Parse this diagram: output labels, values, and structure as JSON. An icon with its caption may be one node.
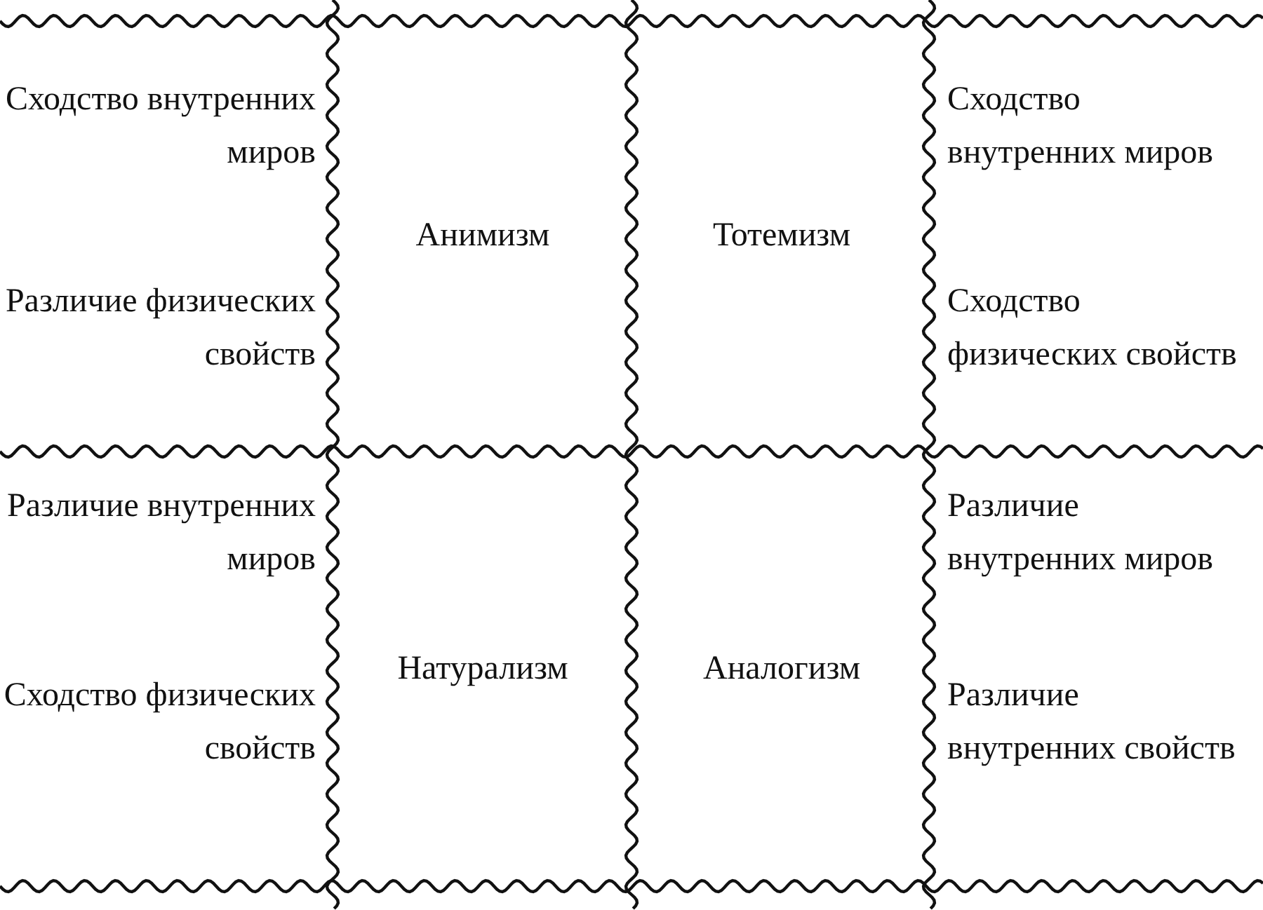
{
  "diagram": {
    "nodes": [
      {
        "text": [
          "Анимизм"
        ]
      },
      {
        "text": [
          "Тотемизм"
        ]
      },
      {
        "text": [
          "Натурализм"
        ]
      },
      {
        "text": [
          "Аналогизм"
        ]
      }
    ],
    "labels": [
      "Сходство внутренних миров",
      "Различие физических свойств",
      "Сходство внутренних миров",
      "Сходство физических свойств",
      "Различие внутренних миров",
      "Сходство физических свойств",
      "Различие внутренних миров",
      "Различие внутренних свойств"
    ]
  }
}
